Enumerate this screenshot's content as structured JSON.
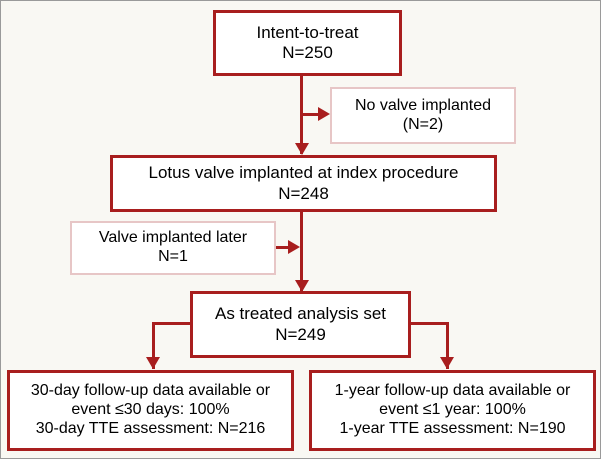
{
  "figure": {
    "type": "flowchart",
    "title": "",
    "background_color": "#f9f8f3",
    "frame_color": "#9a9a9a",
    "primary_border_color": "#a81e1e",
    "light_border_color": "#e7c6c6",
    "node_fill_color": "#ffffff",
    "text_color": "#000000"
  },
  "nodes": [
    {
      "id": "intent-to-treat",
      "style": "primary",
      "lines": [
        "Intent-to-treat",
        "N=250"
      ],
      "line1": "Intent-to-treat",
      "line2": "N=250",
      "count": 250
    },
    {
      "id": "no-valve-implanted",
      "style": "light",
      "lines": [
        "No valve implanted",
        "(N=2)"
      ],
      "line1": "No valve implanted",
      "line2": "(N=2)",
      "count": 2
    },
    {
      "id": "lotus-valve-implanted",
      "style": "primary",
      "lines": [
        "Lotus valve implanted at index procedure",
        "N=248"
      ],
      "line1": "Lotus valve implanted at index procedure",
      "line2": "N=248",
      "count": 248
    },
    {
      "id": "valve-implanted-later",
      "style": "light",
      "lines": [
        "Valve implanted later",
        "N=1"
      ],
      "line1": "Valve implanted later",
      "line2": "N=1",
      "count": 1
    },
    {
      "id": "as-treated-analysis-set",
      "style": "primary",
      "lines": [
        "As treated analysis set",
        "N=249"
      ],
      "line1": "As treated analysis set",
      "line2": "N=249",
      "count": 249
    },
    {
      "id": "followup-30-day",
      "style": "primary",
      "lines": [
        "30-day follow-up data available or",
        "event ≤30 days: 100%",
        "30-day TTE assessment: N=216"
      ],
      "line1": "30-day follow-up data available or",
      "line2": "event ≤30 days: 100%",
      "line3": "30-day TTE assessment: N=216",
      "percent": "100%",
      "tte_count": 216
    },
    {
      "id": "followup-1-year",
      "style": "primary",
      "lines": [
        "1-year follow-up data available or",
        "event ≤1 year: 100%",
        "1-year TTE assessment: N=190"
      ],
      "line1": "1-year follow-up data available or",
      "line2": "event ≤1 year: 100%",
      "line3": "1-year TTE assessment: N=190",
      "percent": "100%",
      "tte_count": 190
    }
  ],
  "edges": [
    {
      "id": "itt-to-no-valve",
      "from": "intent-to-treat",
      "to": "no-valve-implanted",
      "direction": "right"
    },
    {
      "id": "itt-to-lotus",
      "from": "intent-to-treat",
      "to": "lotus-valve-implanted",
      "direction": "down"
    },
    {
      "id": "later-to-trunk",
      "from": "valve-implanted-later",
      "to": "as-treated-analysis-set",
      "direction": "right"
    },
    {
      "id": "lotus-to-as-treated",
      "from": "lotus-valve-implanted",
      "to": "as-treated-analysis-set",
      "direction": "down"
    },
    {
      "id": "as-treated-to-30-day",
      "from": "as-treated-analysis-set",
      "to": "followup-30-day",
      "direction": "down-left"
    },
    {
      "id": "as-treated-to-1-year",
      "from": "as-treated-analysis-set",
      "to": "followup-1-year",
      "direction": "down-right"
    }
  ]
}
